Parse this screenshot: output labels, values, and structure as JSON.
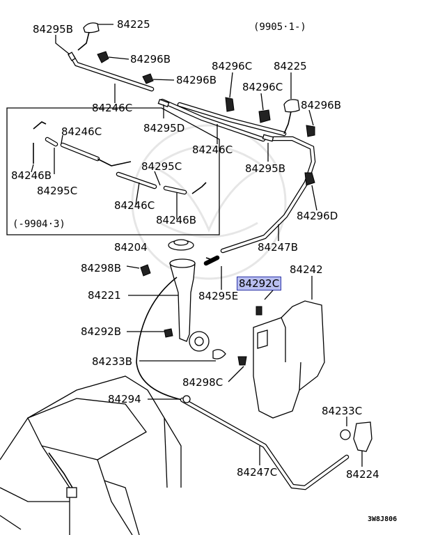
{
  "diagram": {
    "note_top": "(9905·1-)",
    "note_inset": "(-9904·3)",
    "figure_code": "3W8J806",
    "highlight_color": "#b9bff0",
    "labels": {
      "p84295B_top": "84295B",
      "p84225_top": "84225",
      "p84296B_a": "84296B",
      "p84296B_b": "84296B",
      "p84296C_a": "84296C",
      "p84225_right": "84225",
      "p84296C_b": "84296C",
      "p84296B_right": "84296B",
      "p84246C_a": "84246C",
      "p84295D": "84295D",
      "p84246C_b": "84246C",
      "p84246C_inset": "84246C",
      "p84295C_inset": "84295C",
      "p84246B_inset_left": "84246B",
      "p84295C_inset_left": "84295C",
      "p84246C_inset_bottom": "84246C",
      "p84246B_inset_bottom": "84246B",
      "p84295B_mid": "84295B",
      "p84296D": "84296D",
      "p84204": "84204",
      "p84247B": "84247B",
      "p84298B": "84298B",
      "p84242": "84242",
      "p84292C": "84292C",
      "p84221": "84221",
      "p84295E": "84295E",
      "p84292B": "84292B",
      "p84233B": "84233B",
      "p84298C": "84298C",
      "p84294": "84294",
      "p84233C": "84233C",
      "p84247C": "84247C",
      "p84224": "84224"
    }
  }
}
